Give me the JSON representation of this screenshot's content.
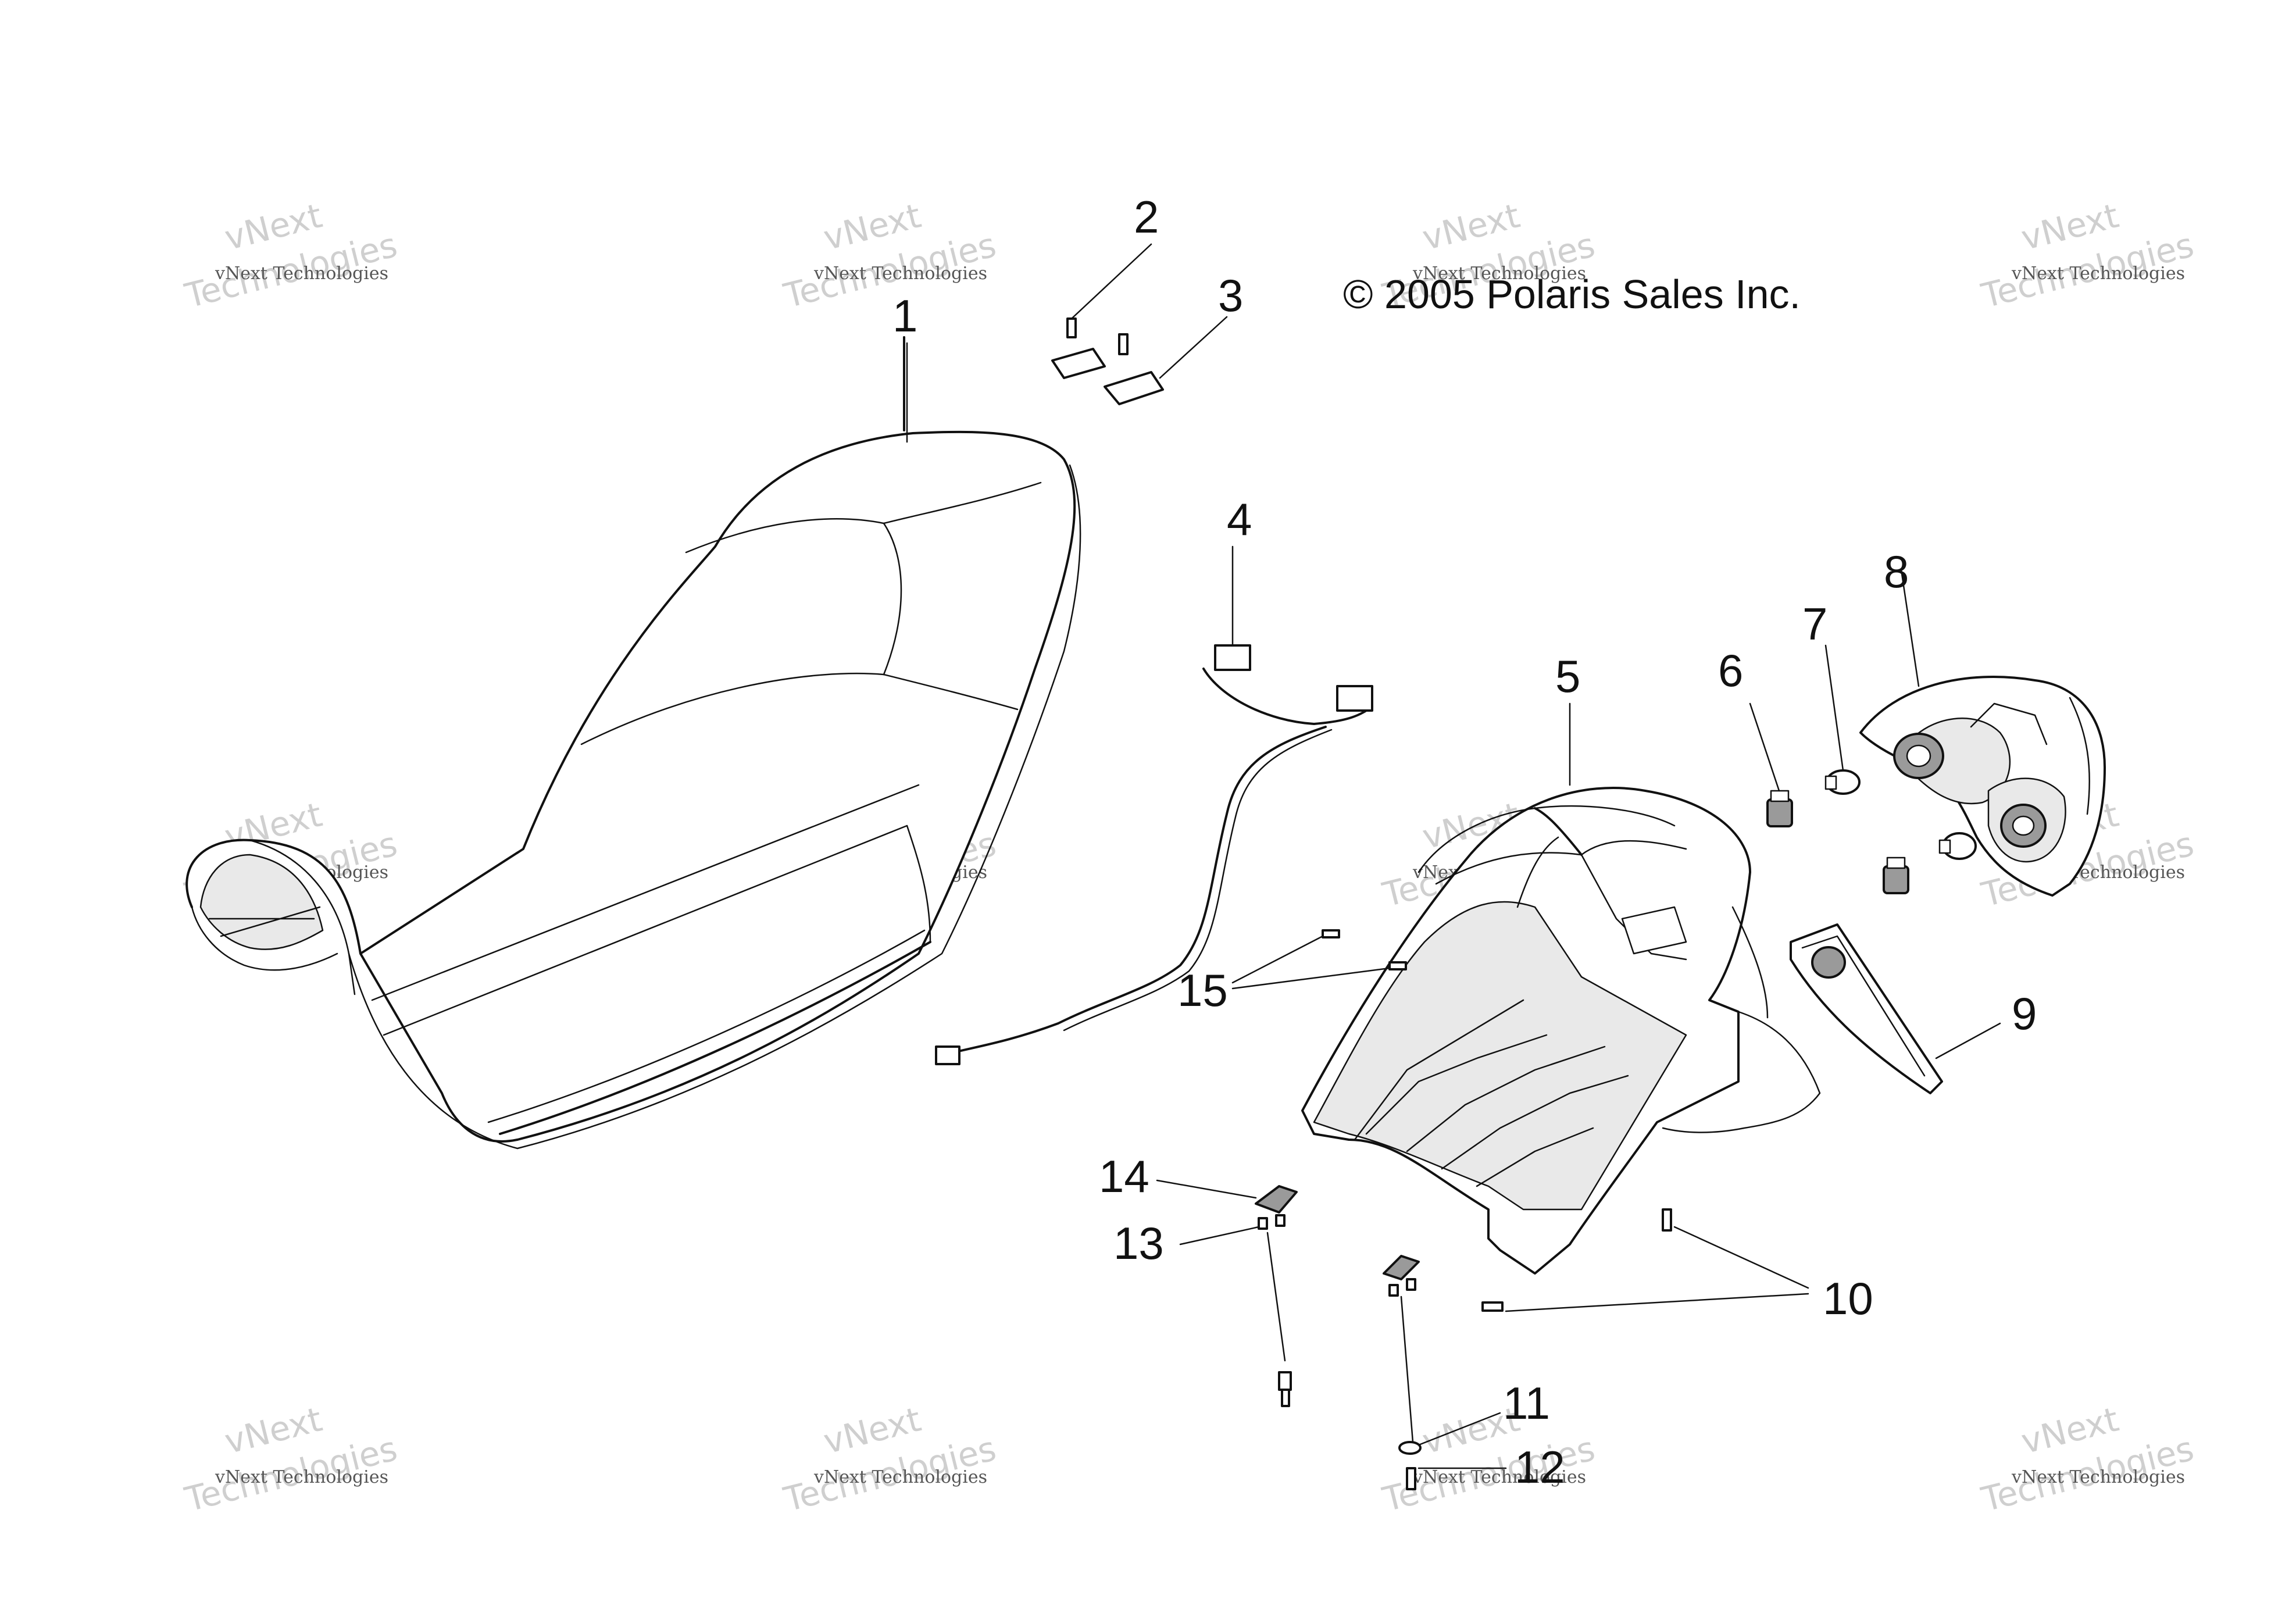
{
  "copyright": "© 2005 Polaris Sales Inc.",
  "watermark": {
    "line1": "vNext",
    "line2": "Technologies",
    "small": "vNext Technologies"
  },
  "callouts": [
    "1",
    "2",
    "3",
    "4",
    "5",
    "6",
    "7",
    "8",
    "9",
    "10",
    "11",
    "12",
    "13",
    "14",
    "15"
  ]
}
